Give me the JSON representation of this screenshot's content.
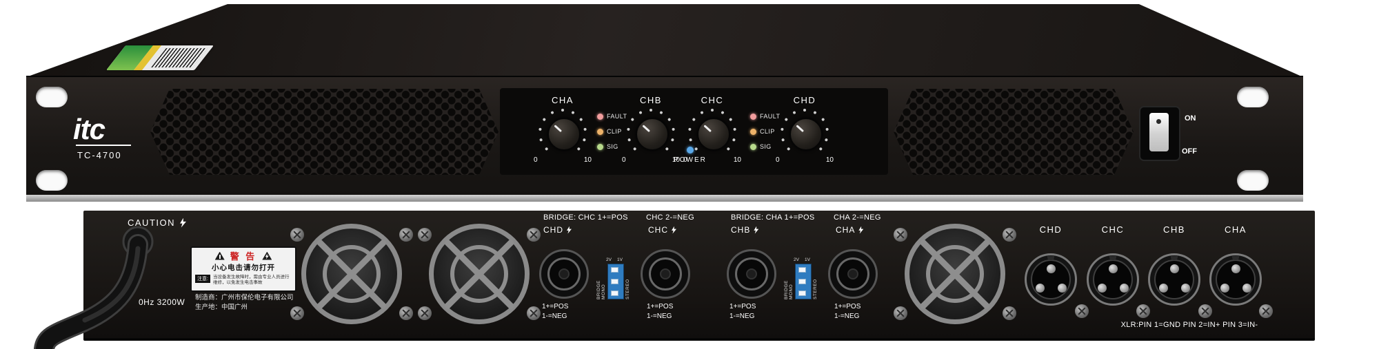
{
  "front": {
    "brand": "itc",
    "model": "TC-4700",
    "channels": [
      {
        "label": "CHA",
        "min": "0",
        "max": "10"
      },
      {
        "label": "CHB",
        "min": "0",
        "max": "10"
      },
      {
        "label": "CHC",
        "min": "0",
        "max": "10"
      },
      {
        "label": "CHD",
        "min": "0",
        "max": "10"
      }
    ],
    "leds": {
      "fault": "FAULT",
      "clip": "CLIP",
      "sig": "SIG"
    },
    "power_label": "POWER",
    "switch_on": "ON",
    "switch_off": "OFF"
  },
  "rear": {
    "caution": "CAUTION",
    "rating": "0Hz 3200W",
    "warning": {
      "title": "警 告",
      "subtitle": "小心电击请勿打开",
      "note_label": "注意:",
      "note": "当设备发生故障时，需由专业人员进行维修，以免发生电击事故"
    },
    "manufacturer": "制造商：广州市保伦电子有限公司",
    "origin": "生产地：中国广州",
    "groups": [
      {
        "bridge_left": "BRIDGE: CHC 1+=POS",
        "bridge_right": "CHC 2-=NEG",
        "conn_a": "CHD",
        "conn_b": "CHC",
        "pos": "1+=POS",
        "neg": "1-=NEG"
      },
      {
        "bridge_left": "BRIDGE: CHA 1+=POS",
        "bridge_right": "CHA 2-=NEG",
        "conn_a": "CHB",
        "conn_b": "CHA",
        "pos": "1+=POS",
        "neg": "1-=NEG"
      }
    ],
    "dip": {
      "v2": "2V",
      "v1": "1V",
      "left": "BRIDGE MONO",
      "right": "STEREO"
    },
    "xlr_labels": [
      "CHD",
      "CHC",
      "CHB",
      "CHA"
    ],
    "xlr_note": "XLR:PIN 1=GND PIN 2=IN+ PIN 3=IN-"
  },
  "colors": {
    "led_fault": "#f29d9d",
    "led_clip": "#edb269",
    "led_sig": "#b7d98b",
    "led_power": "#5aa8e8",
    "dip_blue": "#2f7cc0",
    "panel": "#1a1715"
  }
}
